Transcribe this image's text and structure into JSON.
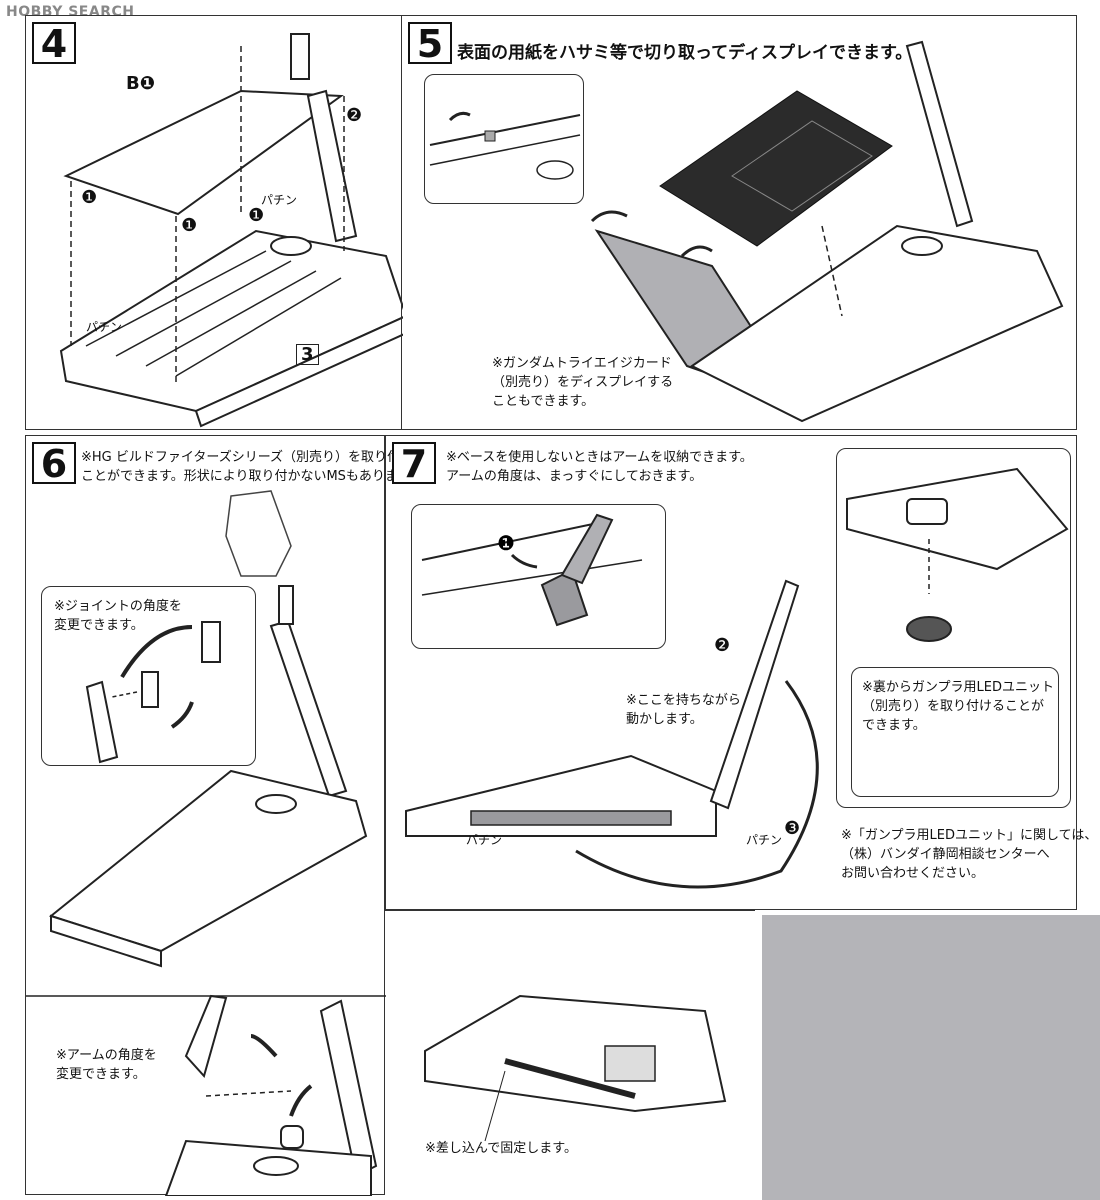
{
  "watermark": "HOBBY SEARCH",
  "steps": [
    {
      "number": "4",
      "labels": {
        "part_b1": "B❶",
        "part_3": "3",
        "click_a": "パチン",
        "click_b": "パチン"
      },
      "callouts": [
        "❶",
        "❶",
        "❶",
        "❷"
      ]
    },
    {
      "number": "5",
      "instruction": "表面の用紙をハサミ等で切り取ってディスプレイできます。",
      "note": "※ガンダムトライエイジカード\n（別売り）をディスプレイする\nこともできます。"
    },
    {
      "number": "6",
      "note": "※HG ビルドファイターズシリーズ（別売り）を取り付ける\nことができます。形状により取り付かないMSもあります。",
      "joint_note": "※ジョイントの角度を\n変更できます。",
      "arm_note": "※アームの角度を\n変更できます。"
    },
    {
      "number": "7",
      "note": "※ベースを使用しないときはアームを収納できます。\nアームの角度は、まっすぐにしておきます。",
      "hold_note": "※ここを持ちながら\n動かします。",
      "led_note": "※裏からガンプラ用LEDユニット\n（別売り）を取り付けることが\nできます。",
      "led_contact": "※「ガンプラ用LEDユニット」に関しては、\n（株）バンダイ静岡相談センターへ\nお問い合わせください。",
      "insert_note": "※差し込んで固定します。",
      "click_a": "パチン",
      "click_b": "パチン",
      "callouts": [
        "❶",
        "❷",
        "❸"
      ]
    }
  ],
  "colors": {
    "line": "#222222",
    "gray_fill": "#a9a9ad",
    "gray_box": "#b4b4b8",
    "dark_card": "#2b2b2b"
  }
}
